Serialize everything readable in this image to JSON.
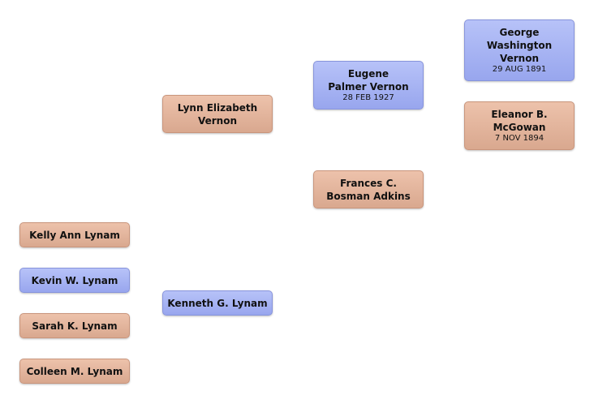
{
  "people": {
    "george": {
      "name": "George Washington Vernon",
      "date": "29 AUG 1891",
      "sex": "male"
    },
    "eleanor": {
      "name": "Eleanor B. McGowan",
      "date": "7 NOV 1894",
      "sex": "female"
    },
    "eugene": {
      "name": "Eugene Palmer Vernon",
      "date": "28 FEB 1927",
      "sex": "male"
    },
    "frances": {
      "name": "Frances C. Bosman Adkins",
      "sex": "female"
    },
    "lynn": {
      "name": "Lynn Elizabeth Vernon",
      "sex": "female"
    },
    "kenneth": {
      "name": "Kenneth G. Lynam",
      "sex": "male"
    },
    "kelly": {
      "name": "Kelly Ann Lynam",
      "sex": "female"
    },
    "kevin": {
      "name": "Kevin W. Lynam",
      "sex": "male"
    },
    "sarah": {
      "name": "Sarah K. Lynam",
      "sex": "female"
    },
    "colleen": {
      "name": "Colleen M. Lynam",
      "sex": "female"
    }
  },
  "colors": {
    "male": "#a7b3f3",
    "female": "#e3b59d"
  }
}
